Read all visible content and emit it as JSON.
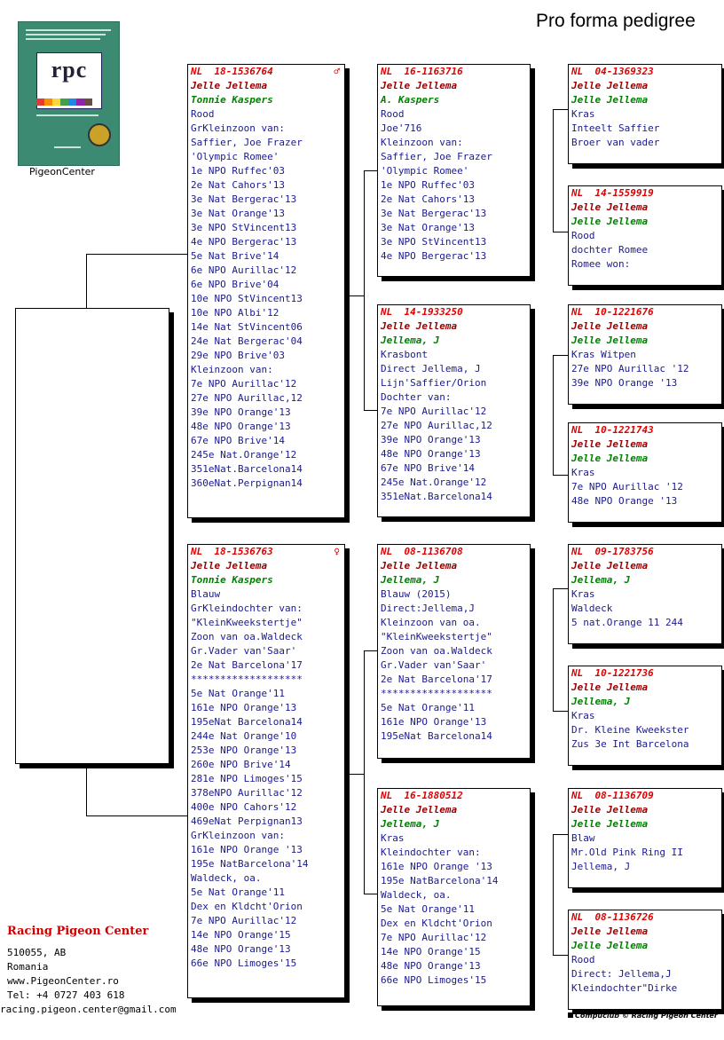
{
  "title": "Pro forma pedigree",
  "logo": {
    "caption": "PigeonCenter",
    "letters": "rpc"
  },
  "contact": {
    "name": "Racing Pigeon Center",
    "lines": [
      "510055, AB",
      "Romania",
      "www.PigeonCenter.ro",
      "Tel: +4 0727 403 618",
      "racing.pigeon.center@gmail.com"
    ]
  },
  "footer": "Compuclub © Racing Pigeon Center",
  "colors": {
    "ring": "#dd0000",
    "owner": "#990000",
    "breeder": "#008000",
    "text": "#1a1a8c"
  },
  "cards": {
    "sire": {
      "ring": "NL  18-1536764",
      "sex": "♂",
      "owner": "Jelle Jellema",
      "breeder": "Tonnie Kaspers",
      "lines": [
        "Rood",
        "GrKleinzoon van:",
        "Saffier, Joe Frazer",
        "'Olympic Romee'",
        "1e NPO Ruffec'03",
        "2e Nat Cahors'13",
        "3e Nat Bergerac'13",
        "3e Nat Orange'13",
        "3e NPO StVincent13",
        "4e NPO Bergerac'13",
        "5e Nat Brive'14",
        "6e NPO Aurillac'12",
        "6e NPO Brive'04",
        "10e NPO StVincent13",
        "10e NPO Albi'12",
        "14e Nat StVincent06",
        "24e Nat Bergerac'04",
        "29e NPO Brive'03",
        "Kleinzoon van:",
        "7e NPO Aurillac'12",
        "27e NPO Aurillac,12",
        "39e NPO Orange'13",
        "48e NPO Orange'13",
        "67e NPO Brive'14",
        "245e Nat.Orange'12",
        "351eNat.Barcelona14",
        "360eNat.Perpignan14"
      ]
    },
    "dam": {
      "ring": "NL  18-1536763",
      "sex": "♀",
      "owner": "Jelle Jellema",
      "breeder": "Tonnie Kaspers",
      "lines": [
        "Blauw",
        "GrKleindochter van:",
        "\"KleinKweekstertje\"",
        "Zoon van oa.Waldeck",
        "Gr.Vader van'Saar'",
        "2e Nat Barcelona'17",
        "*******************",
        "5e Nat Orange'11",
        "161e NPO Orange'13",
        "195eNat Barcelona14",
        "244e Nat Orange'10",
        "253e NPO Orange'13",
        "260e NPO Brive'14",
        "281e NPO Limoges'15",
        "378eNPO Aurillac'12",
        "400e NPO Cahors'12",
        "469eNat Perpignan13",
        "GrKleinzoon van:",
        "161e NPO Orange '13",
        "195e NatBarcelona'14",
        "Waldeck, oa.",
        "5e Nat Orange'11",
        "Dex en Kldcht'Orion",
        "7e NPO Aurillac'12",
        "14e NPO Orange'15",
        "48e NPO Orange'13",
        "66e NPO Limoges'15"
      ]
    },
    "ss": {
      "ring": "NL  16-1163716",
      "owner": "Jelle Jellema",
      "breeder": "A. Kaspers",
      "lines": [
        "Rood",
        "Joe'716",
        "Kleinzoon van:",
        "Saffier, Joe Frazer",
        "'Olympic Romee'",
        "1e NPO Ruffec'03",
        "2e Nat Cahors'13",
        "3e Nat Bergerac'13",
        "3e Nat Orange'13",
        "3e NPO StVincent13",
        "4e NPO Bergerac'13"
      ]
    },
    "sd": {
      "ring": "NL  14-1933250",
      "owner": "Jelle Jellema",
      "breeder": "Jellema, J",
      "lines": [
        "Krasbont",
        "Direct Jellema, J",
        "Lijn'Saffier/Orion",
        "Dochter van:",
        "7e NPO Aurillac'12",
        "27e NPO Aurillac,12",
        "39e NPO Orange'13",
        "48e NPO Orange'13",
        "67e NPO Brive'14",
        "245e Nat.Orange'12",
        "351eNat.Barcelona14"
      ]
    },
    "ds": {
      "ring": "NL  08-1136708",
      "owner": "Jelle Jellema",
      "breeder": "Jellema, J",
      "lines": [
        "Blauw (2015)",
        "Direct:Jellema,J",
        "Kleinzoon van oa.",
        "\"KleinKweekstertje\"",
        "Zoon van oa.Waldeck",
        "Gr.Vader van'Saar'",
        "2e Nat Barcelona'17",
        "*******************",
        "5e Nat Orange'11",
        "161e NPO Orange'13",
        "195eNat Barcelona14"
      ]
    },
    "dd": {
      "ring": "NL  16-1880512",
      "owner": "Jelle Jellema",
      "breeder": "Jellema, J",
      "lines": [
        "Kras",
        "Kleindochter van:",
        "161e NPO Orange '13",
        "195e NatBarcelona'14",
        "Waldeck, oa.",
        "5e Nat Orange'11",
        "Dex en Kldcht'Orion",
        "7e NPO Aurillac'12",
        "14e NPO Orange'15",
        "48e NPO Orange'13",
        "66e NPO Limoges'15"
      ]
    },
    "sss": {
      "ring": "NL  04-1369323",
      "owner": "Jelle Jellema",
      "breeder": "Jelle Jellema",
      "lines": [
        "Kras",
        "Inteelt Saffier",
        "Broer van vader"
      ]
    },
    "ssd": {
      "ring": "NL  14-1559919",
      "owner": "Jelle Jellema",
      "breeder": "Jelle Jellema",
      "lines": [
        "Rood",
        "dochter Romee",
        "Romee won:"
      ]
    },
    "sds": {
      "ring": "NL  10-1221676",
      "owner": "Jelle Jellema",
      "breeder": "Jelle Jellema",
      "lines": [
        "Kras Witpen",
        "27e NPO Aurillac '12",
        "39e NPO Orange '13"
      ]
    },
    "sdd": {
      "ring": "NL  10-1221743",
      "owner": "Jelle Jellema",
      "breeder": "Jelle Jellema",
      "lines": [
        "Kras",
        "7e NPO Aurillac '12",
        "48e NPO Orange '13"
      ]
    },
    "dss": {
      "ring": "NL  09-1783756",
      "owner": "Jelle Jellema",
      "breeder": "Jellema, J",
      "lines": [
        "Kras",
        "Waldeck",
        "5 nat.Orange 11 244"
      ]
    },
    "dsd": {
      "ring": "NL  10-1221736",
      "owner": "Jelle Jellema",
      "breeder": "Jellema, J",
      "lines": [
        "Kras",
        "Dr. Kleine Kweekster",
        "Zus 3e Int Barcelona"
      ]
    },
    "dds": {
      "ring": "NL  08-1136709",
      "owner": "Jelle Jellema",
      "breeder": "Jelle Jellema",
      "lines": [
        "Blaw",
        "Mr.Old Pink Ring II",
        "Jellema, J"
      ]
    },
    "ddd": {
      "ring": "NL  08-1136726",
      "owner": "Jelle Jellema",
      "breeder": "Jelle Jellema",
      "lines": [
        "Rood",
        "Direct: Jellema,J",
        "Kleindochter\"Dirke"
      ]
    }
  }
}
